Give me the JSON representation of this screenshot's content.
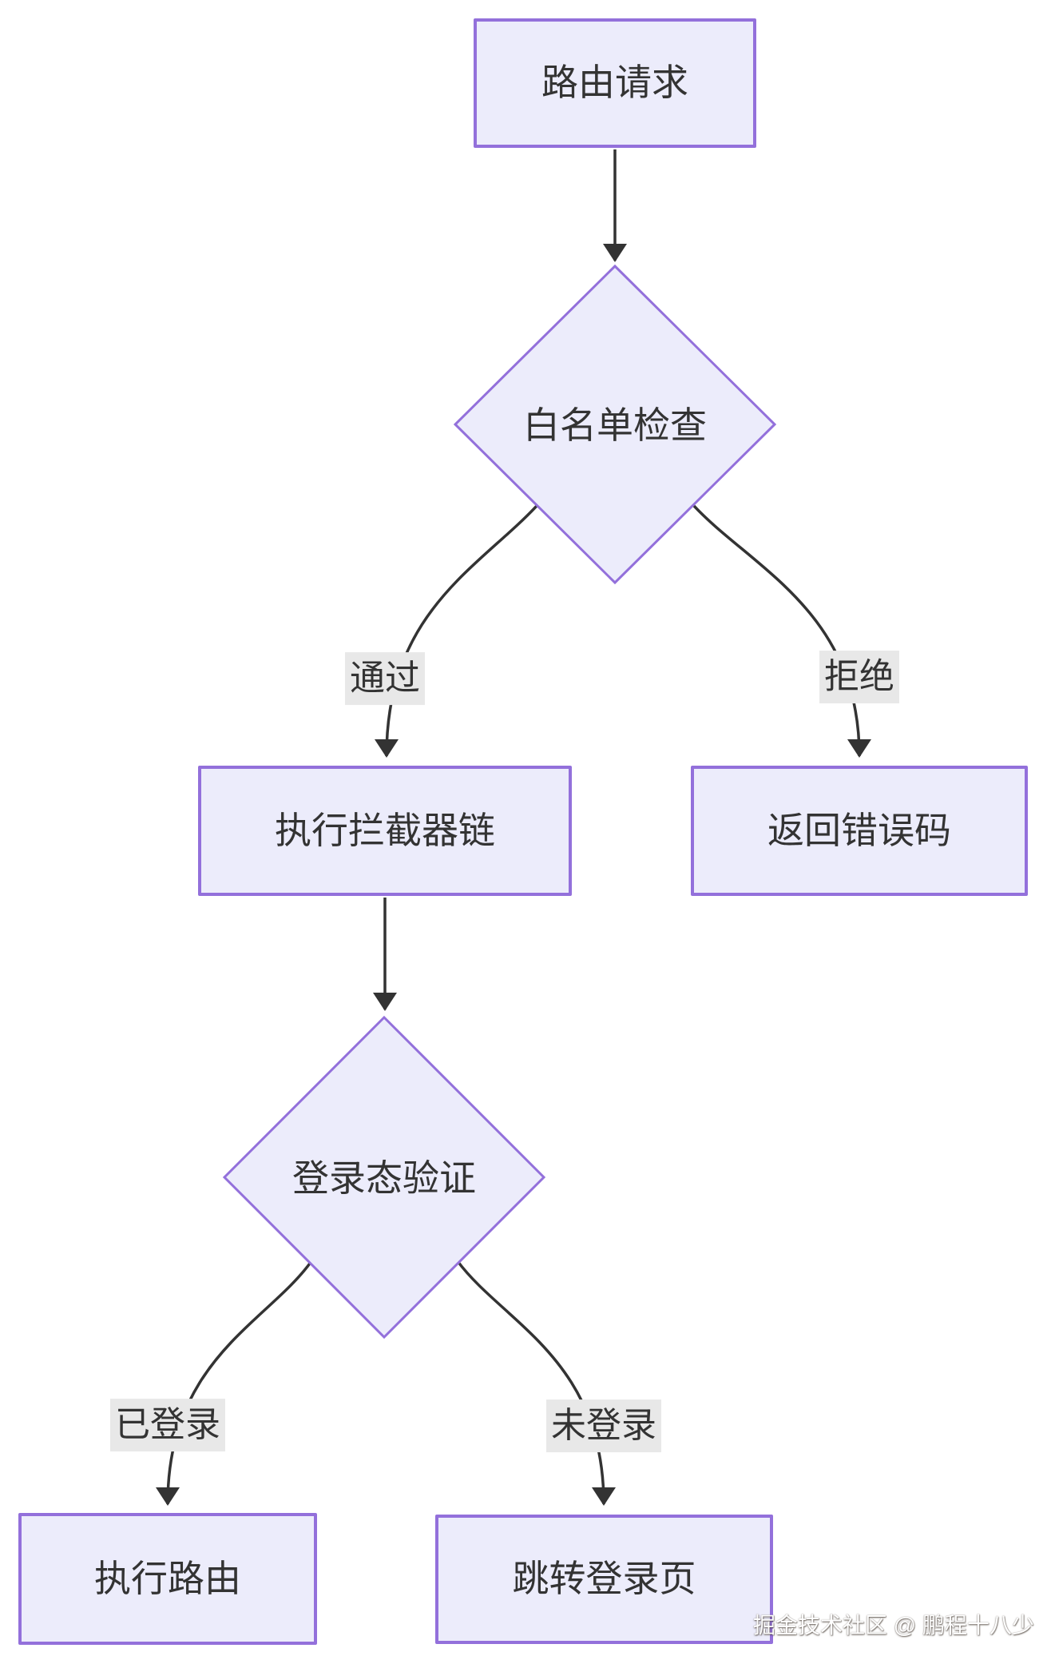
{
  "diagram": {
    "type": "flowchart",
    "direction": "top-down",
    "nodes": [
      {
        "id": "route-request",
        "label": "路由请求",
        "shape": "rect"
      },
      {
        "id": "whitelist-check",
        "label": "白名单检查",
        "shape": "diamond"
      },
      {
        "id": "interceptor-chain",
        "label": "执行拦截器链",
        "shape": "rect"
      },
      {
        "id": "return-error",
        "label": "返回错误码",
        "shape": "rect"
      },
      {
        "id": "login-check",
        "label": "登录态验证",
        "shape": "diamond"
      },
      {
        "id": "execute-route",
        "label": "执行路由",
        "shape": "rect"
      },
      {
        "id": "jump-login",
        "label": "跳转登录页",
        "shape": "rect"
      }
    ],
    "edges": [
      {
        "from": "route-request",
        "to": "whitelist-check",
        "label": ""
      },
      {
        "from": "whitelist-check",
        "to": "interceptor-chain",
        "label": "通过"
      },
      {
        "from": "whitelist-check",
        "to": "return-error",
        "label": "拒绝"
      },
      {
        "from": "interceptor-chain",
        "to": "login-check",
        "label": ""
      },
      {
        "from": "login-check",
        "to": "execute-route",
        "label": "已登录"
      },
      {
        "from": "login-check",
        "to": "jump-login",
        "label": "未登录"
      }
    ],
    "watermark": "掘金技术社区 @ 鹏程十八少"
  },
  "theme": {
    "background": "#FFFFFF",
    "node_fill": "#ECECFB",
    "node_border": "#9370DB",
    "edge_color": "#333333",
    "label_bg": "#E8E8E8",
    "text_color": "#333333"
  }
}
